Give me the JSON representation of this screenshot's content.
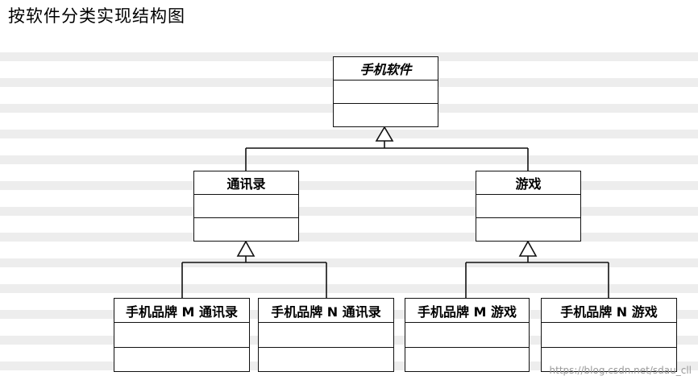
{
  "title": "按软件分类实现结构图",
  "classes": {
    "root": {
      "name": "手机软件"
    },
    "contacts": {
      "name": "通讯录"
    },
    "game": {
      "name": "游戏"
    },
    "brand_m_contacts": {
      "name": "手机品牌 M 通讯录"
    },
    "brand_n_contacts": {
      "name": "手机品牌 N 通讯录"
    },
    "brand_m_game": {
      "name": "手机品牌 M 游戏"
    },
    "brand_n_game": {
      "name": "手机品牌 N 游戏"
    }
  },
  "watermark": "https://blog.csdn.net/sdau_cll"
}
